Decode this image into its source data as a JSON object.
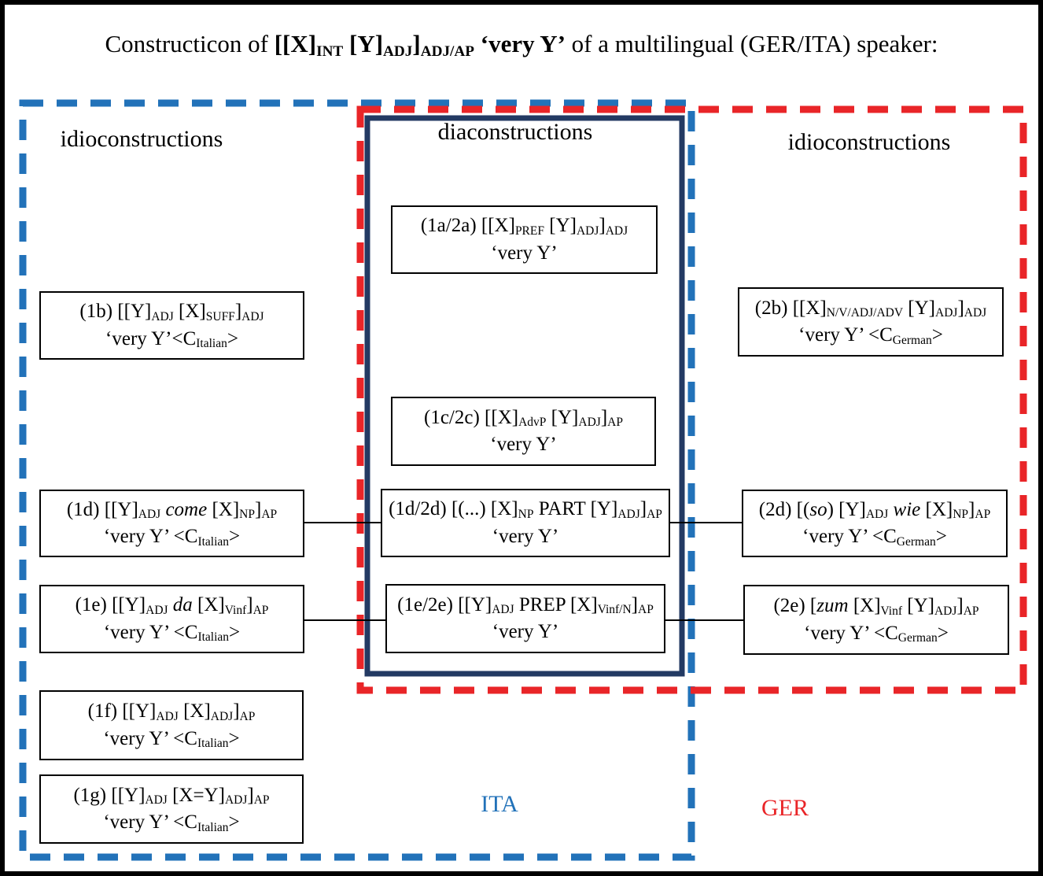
{
  "title": {
    "segments": [
      [
        "n",
        "Constructicon of "
      ],
      [
        "b",
        "[[X]"
      ],
      [
        "bs",
        "INT"
      ],
      [
        "b",
        " [Y]"
      ],
      [
        "bs",
        "ADJ"
      ],
      [
        "b",
        "]"
      ],
      [
        "bs",
        "ADJ/AP"
      ],
      [
        "b",
        " ‘very Y’"
      ],
      [
        "n",
        " of a multilingual (GER/ITA) speaker:"
      ]
    ]
  },
  "headings": {
    "left": "idioconstructions",
    "center": "diaconstructions",
    "right": "idioconstructions"
  },
  "language_labels": {
    "ita": "ITA",
    "ger": "GER"
  },
  "colors": {
    "ita_blue": "#2272B9",
    "ger_red": "#E92528",
    "dia_navy": "#233A63",
    "box_border": "#000000"
  },
  "boxes": {
    "1b": {
      "line1": [
        [
          "n",
          "(1b) [[Y]"
        ],
        [
          "s",
          "ADJ"
        ],
        [
          "n",
          " [X]"
        ],
        [
          "s",
          "SUFF"
        ],
        [
          "n",
          "]"
        ],
        [
          "s",
          "ADJ"
        ]
      ],
      "line2": [
        [
          "n",
          "‘very Y’<C"
        ],
        [
          "s",
          "Italian"
        ],
        [
          "n",
          ">"
        ]
      ]
    },
    "1d": {
      "line1": [
        [
          "n",
          "(1d) [[Y]"
        ],
        [
          "s",
          "ADJ"
        ],
        [
          "n",
          " "
        ],
        [
          "i",
          "come"
        ],
        [
          "n",
          " [X]"
        ],
        [
          "s",
          "NP"
        ],
        [
          "n",
          "]"
        ],
        [
          "s",
          "AP"
        ]
      ],
      "line2": [
        [
          "n",
          "‘very Y’ <C"
        ],
        [
          "s",
          "Italian"
        ],
        [
          "n",
          ">"
        ]
      ]
    },
    "1e": {
      "line1": [
        [
          "n",
          "(1e) [[Y]"
        ],
        [
          "s",
          "ADJ"
        ],
        [
          "n",
          " "
        ],
        [
          "i",
          "da"
        ],
        [
          "n",
          " [X]"
        ],
        [
          "s",
          "Vinf"
        ],
        [
          "n",
          "]"
        ],
        [
          "s",
          "AP"
        ]
      ],
      "line2": [
        [
          "n",
          "‘very Y’ <C"
        ],
        [
          "s",
          "Italian"
        ],
        [
          "n",
          ">"
        ]
      ]
    },
    "1f": {
      "line1": [
        [
          "n",
          "(1f) [[Y]"
        ],
        [
          "s",
          "ADJ"
        ],
        [
          "n",
          " [X]"
        ],
        [
          "s",
          "ADJ"
        ],
        [
          "n",
          "]"
        ],
        [
          "s",
          "AP"
        ]
      ],
      "line2": [
        [
          "n",
          "‘very Y’ <C"
        ],
        [
          "s",
          "Italian"
        ],
        [
          "n",
          ">"
        ]
      ]
    },
    "1g": {
      "line1": [
        [
          "n",
          "(1g) [[Y]"
        ],
        [
          "s",
          "ADJ"
        ],
        [
          "n",
          " [X=Y]"
        ],
        [
          "s",
          "ADJ"
        ],
        [
          "n",
          "]"
        ],
        [
          "s",
          "AP"
        ]
      ],
      "line2": [
        [
          "n",
          "‘very Y’ <C"
        ],
        [
          "s",
          "Italian"
        ],
        [
          "n",
          ">"
        ]
      ]
    },
    "1a2a": {
      "line1": [
        [
          "n",
          "(1a/2a) [[X]"
        ],
        [
          "s",
          "PREF"
        ],
        [
          "n",
          " [Y]"
        ],
        [
          "s",
          "ADJ"
        ],
        [
          "n",
          "]"
        ],
        [
          "s",
          "ADJ"
        ]
      ],
      "line2": [
        [
          "n",
          "‘very Y’"
        ]
      ]
    },
    "1c2c": {
      "line1": [
        [
          "n",
          "(1c/2c) [[X]"
        ],
        [
          "s",
          "AdvP"
        ],
        [
          "n",
          " [Y]"
        ],
        [
          "s",
          "ADJ"
        ],
        [
          "n",
          "]"
        ],
        [
          "s",
          "AP"
        ]
      ],
      "line2": [
        [
          "n",
          "‘very Y’"
        ]
      ]
    },
    "1d2d": {
      "line1": [
        [
          "n",
          "(1d/2d) [(...) [X]"
        ],
        [
          "s",
          "NP"
        ],
        [
          "n",
          " PART [Y]"
        ],
        [
          "s",
          "ADJ"
        ],
        [
          "n",
          "]"
        ],
        [
          "s",
          "AP"
        ]
      ],
      "line2": [
        [
          "n",
          "‘very Y’"
        ]
      ]
    },
    "1e2e": {
      "line1": [
        [
          "n",
          "(1e/2e) [[Y]"
        ],
        [
          "s",
          "ADJ"
        ],
        [
          "n",
          " PREP [X]"
        ],
        [
          "s",
          "Vinf/N"
        ],
        [
          "n",
          "]"
        ],
        [
          "s",
          "AP"
        ]
      ],
      "line2": [
        [
          "n",
          "‘very Y’"
        ]
      ]
    },
    "2b": {
      "line1": [
        [
          "n",
          "(2b) [[X]"
        ],
        [
          "s",
          "N/V/ADJ/ADV"
        ],
        [
          "n",
          " [Y]"
        ],
        [
          "s",
          "ADJ"
        ],
        [
          "n",
          "]"
        ],
        [
          "s",
          "ADJ"
        ]
      ],
      "line2": [
        [
          "n",
          "‘very Y’ <C"
        ],
        [
          "s",
          "German"
        ],
        [
          "n",
          ">"
        ]
      ]
    },
    "2d": {
      "line1": [
        [
          "n",
          "(2d) [("
        ],
        [
          "i",
          "so"
        ],
        [
          "n",
          ") [Y]"
        ],
        [
          "s",
          "ADJ"
        ],
        [
          "n",
          " "
        ],
        [
          "i",
          "wie"
        ],
        [
          "n",
          " [X]"
        ],
        [
          "s",
          "NP"
        ],
        [
          "n",
          "]"
        ],
        [
          "s",
          "AP"
        ]
      ],
      "line2": [
        [
          "n",
          "‘very Y’ <C"
        ],
        [
          "s",
          "German"
        ],
        [
          "n",
          ">"
        ]
      ]
    },
    "2e": {
      "line1": [
        [
          "n",
          "(2e) ["
        ],
        [
          "i",
          "zum"
        ],
        [
          "n",
          " [X]"
        ],
        [
          "s",
          "Vinf"
        ],
        [
          "n",
          " [Y]"
        ],
        [
          "s",
          "ADJ"
        ],
        [
          "n",
          "]"
        ],
        [
          "s",
          "AP"
        ]
      ],
      "line2": [
        [
          "n",
          "‘very Y’ <C"
        ],
        [
          "s",
          "German"
        ],
        [
          "n",
          ">"
        ]
      ]
    }
  }
}
